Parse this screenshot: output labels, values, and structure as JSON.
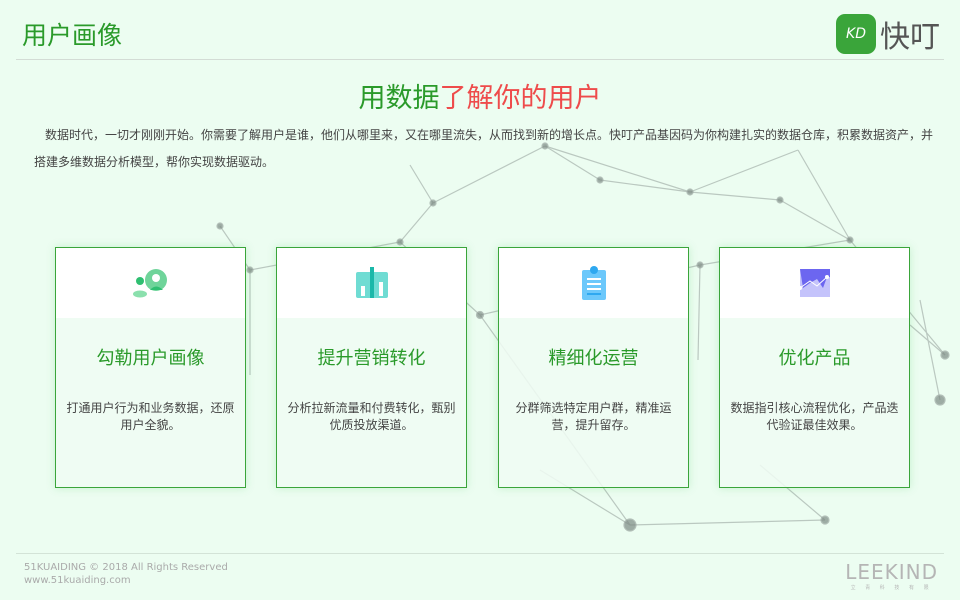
{
  "header": {
    "title": "用户画像",
    "logo_mark": "KD",
    "logo_text": "快叮"
  },
  "headline": {
    "green": "用数据",
    "red": "了解你的用户"
  },
  "intro": "数据时代，一切才刚刚开始。你需要了解用户是谁，他们从哪里来，又在哪里流失，从而找到新的增长点。快叮产品基因码为你构建扎实的数据仓库，积累数据资产，并搭建多维数据分析模型，帮你实现数据驱动。",
  "cards": [
    {
      "title": "勾勒用户画像",
      "desc": "打通用户行为和业务数据，还原用户全貌。",
      "icon": "user-profile-icon"
    },
    {
      "title": "提升营销转化",
      "desc": "分析拉新流量和付费转化，甄别优质投放渠道。",
      "icon": "bar-chart-icon"
    },
    {
      "title": "精细化运营",
      "desc": "分群筛选特定用户群，精准运营，提升留存。",
      "icon": "clipboard-icon"
    },
    {
      "title": "优化产品",
      "desc": "数据指引核心流程优化，产品迭代验证最佳效果。",
      "icon": "line-chart-icon"
    }
  ],
  "footer": {
    "copyright": "51KUAIDING © 2018 All Rights Reserved",
    "url": "www.51kuaiding.com",
    "brand": "LEEKIND",
    "brand_sub": "立 青 科 技 有 限"
  },
  "colors": {
    "green": "#2a9a2a",
    "red": "#ee4b4b",
    "bg": "#ecfdf1"
  }
}
